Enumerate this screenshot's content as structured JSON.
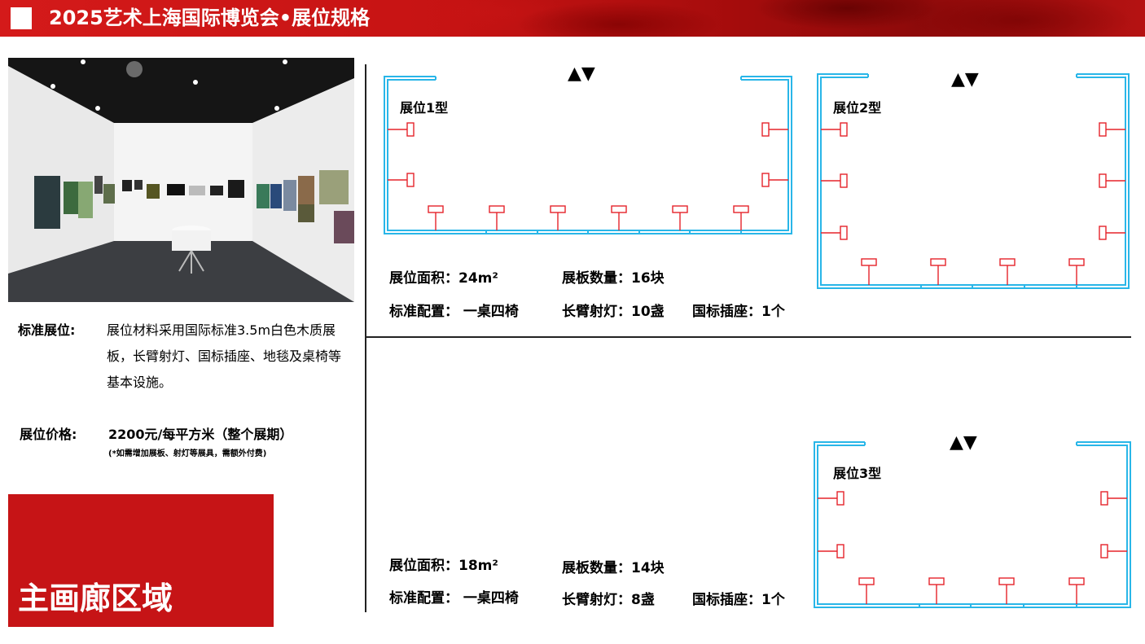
{
  "header": {
    "title": "2025艺术上海国际博览会•展位规格"
  },
  "left_panel": {
    "standard_label": "标准展位:",
    "standard_desc": "展位材料采用国际标准3.5m白色木质展板，长臂射灯、国标插座、地毯及桌椅等基本设施。",
    "price_label": "展位价格:",
    "price_value": "2200元/每平方米（整个展期）",
    "price_note": "(*如需增加展板、射灯等展具，需额外付费)",
    "area_title": "主画廊区域"
  },
  "booths": {
    "type1": {
      "label": "展位1型",
      "arrows": "▲▼"
    },
    "type2": {
      "label": "展位2型",
      "arrows": "▲▼"
    },
    "type3": {
      "label": "展位3型",
      "arrows": "▲▼"
    }
  },
  "spec_a": {
    "area": "展位面积：24m²",
    "panels": "展板数量：16块",
    "config": "标准配置：  一桌四椅",
    "lights": "长臂射灯：10盏",
    "sockets": "国标插座：1个"
  },
  "spec_b": {
    "area": "展位面积：18m²",
    "panels": "展板数量：14块",
    "config": "标准配置：  一桌四椅",
    "lights": "长臂射灯：8盏",
    "sockets": "国标插座：1个"
  },
  "colors": {
    "brand_red": "#c61416",
    "wall_blue": "#29b6e8",
    "light_red": "#e5232a"
  }
}
